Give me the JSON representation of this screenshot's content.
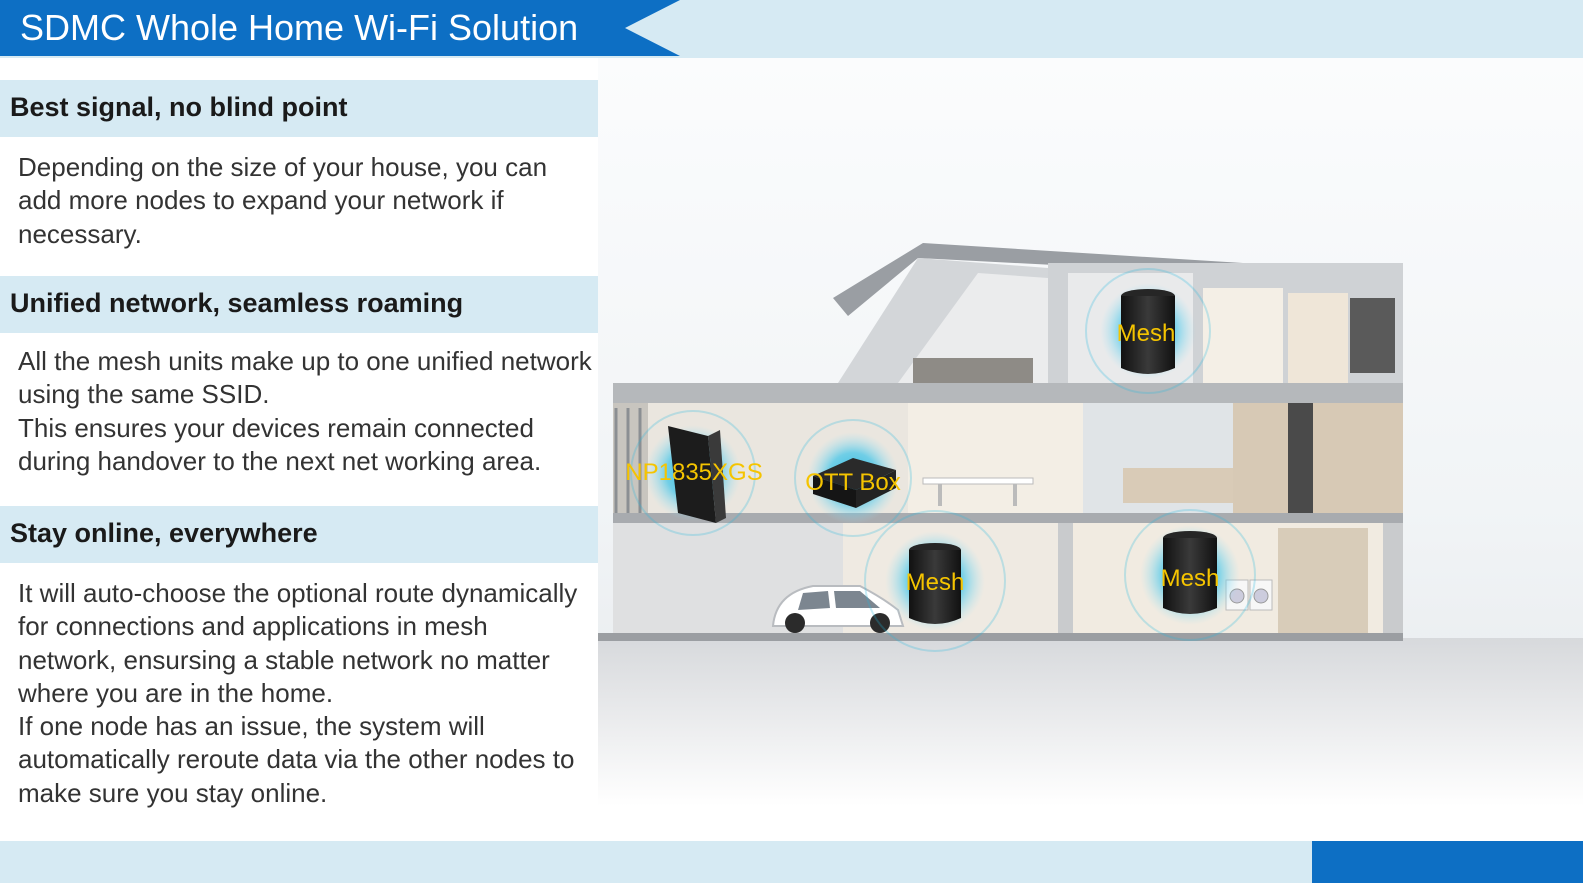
{
  "header": {
    "title": "SDMC Whole Home Wi-Fi Solution"
  },
  "sections": [
    {
      "heading": "Best signal, no blind point",
      "paragraphs": [
        "Depending on the size of your house, you can add more nodes to expand your network if necessary."
      ]
    },
    {
      "heading": "Unified network, seamless roaming",
      "paragraphs": [
        "All the mesh units make up to one unified network using the same SSID.",
        "This ensures your devices remain connected during handover to the next net working area."
      ]
    },
    {
      "heading": "Stay online, everywhere",
      "paragraphs": [
        "It will auto-choose the optional route dynamically for connections and applications in mesh network, ensursing a stable network no matter where you are in the home.",
        "If one node has an issue, the system will automatically reroute data via the other nodes to make sure you stay online."
      ]
    }
  ],
  "illustration": {
    "device_labels": {
      "mesh_top": "Mesh",
      "router": "NP1835XGS",
      "ott_box": "OTT Box",
      "mesh_garage": "Mesh",
      "mesh_laundry": "Mesh"
    }
  },
  "colors": {
    "brand_blue": "#0d6fc4",
    "light_band": "#d6eaf3",
    "device_label": "#f5c400",
    "signal_glow": "#1fb6e0"
  }
}
